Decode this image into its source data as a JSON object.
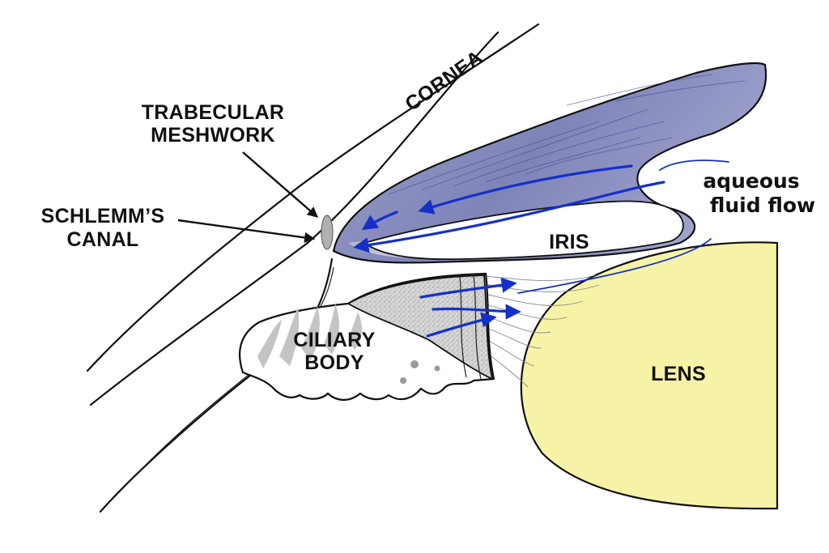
{
  "labels": {
    "cornea": "CORNEA",
    "trabecular_line1": "TRABECULAR",
    "trabecular_line2": "MESHWORK",
    "schlemm_line1": "SCHLEMM’S",
    "schlemm_line2": "CANAL",
    "iris": "IRIS",
    "ciliary_line1": "CILIARY",
    "ciliary_line2": "BODY",
    "lens": "LENS",
    "flow_line1": "aqueous",
    "flow_line2": "fluid flow"
  },
  "colors": {
    "iris_fill": "#8d92c0",
    "iris_light": "#c9cbe3",
    "lens_fill": "#f7f3a6",
    "flow_arrow": "#1530c8",
    "ciliary_fill": "#cfcfcf",
    "ciliary_fold": "#b5b5b5",
    "canal_fill": "#b0b0b0"
  }
}
